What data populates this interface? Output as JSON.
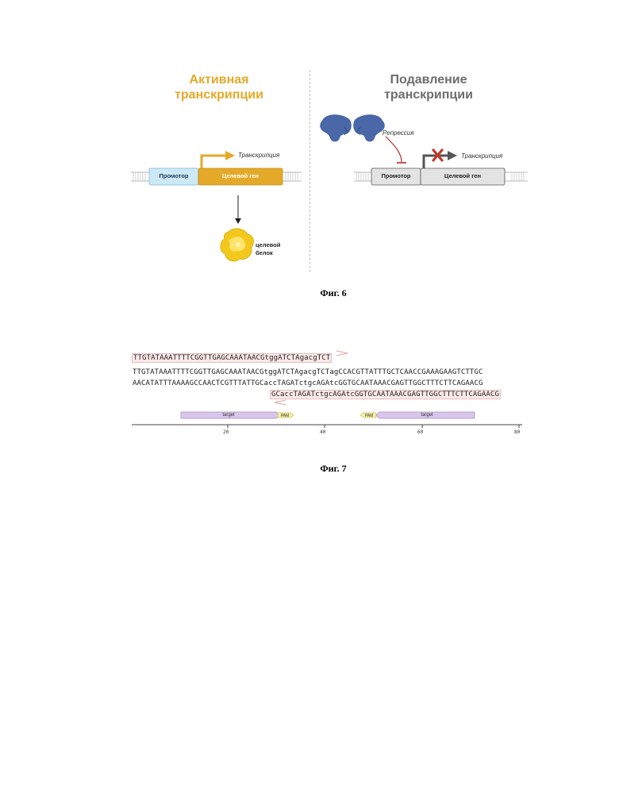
{
  "fig6": {
    "active_title_line1": "Активная",
    "active_title_line2": "транскрипции",
    "repress_title_line1": "Подавление",
    "repress_title_line2": "транскрипции",
    "transcription_label": "Транскрипция",
    "repression_label": "Репрессия",
    "promoter_label": "Промотор",
    "target_gene_label": "Целевой ген",
    "protein_label_line1": "целевой",
    "protein_label_line2": "белок",
    "caption": "Фиг. 6",
    "colors": {
      "active": "#e5a92a",
      "promoter_blue": "#cde9f6",
      "repressor": "#4a67a8",
      "repress_red": "#b02a2a",
      "grey_box": "#e3e3e3"
    }
  },
  "fig7": {
    "seq_top_highlight": "TTGTATAAATTTTCGGTTGAGCAAATAACGtggATCTAgacgTCT",
    "seq_line1": "TTGTATAAATTTTCGGTTGAGCAAATAACGtggATCTAgacgTCTagCCACGTTATTTGCTCAACCGAAAGAAGTCTTGC",
    "seq_line2": "AACATATTTAAAAGCCAACTCGTTTATTGCaccTAGATctgcAGAtcGGTGCAATAAACGAGTTGGCTTTCTTCAGAACG",
    "seq_bottom_highlight": "GCaccTAGATctgcAGAtcGGTGCAATAAACGAGTTGGCTTTCTTCAGAACG",
    "feature_left": "target",
    "feature_right": "target",
    "pam_left": "PAM",
    "pam_right": "PAM",
    "ticks": [
      "20",
      "40",
      "60",
      "80"
    ],
    "caption": "Фиг. 7"
  }
}
